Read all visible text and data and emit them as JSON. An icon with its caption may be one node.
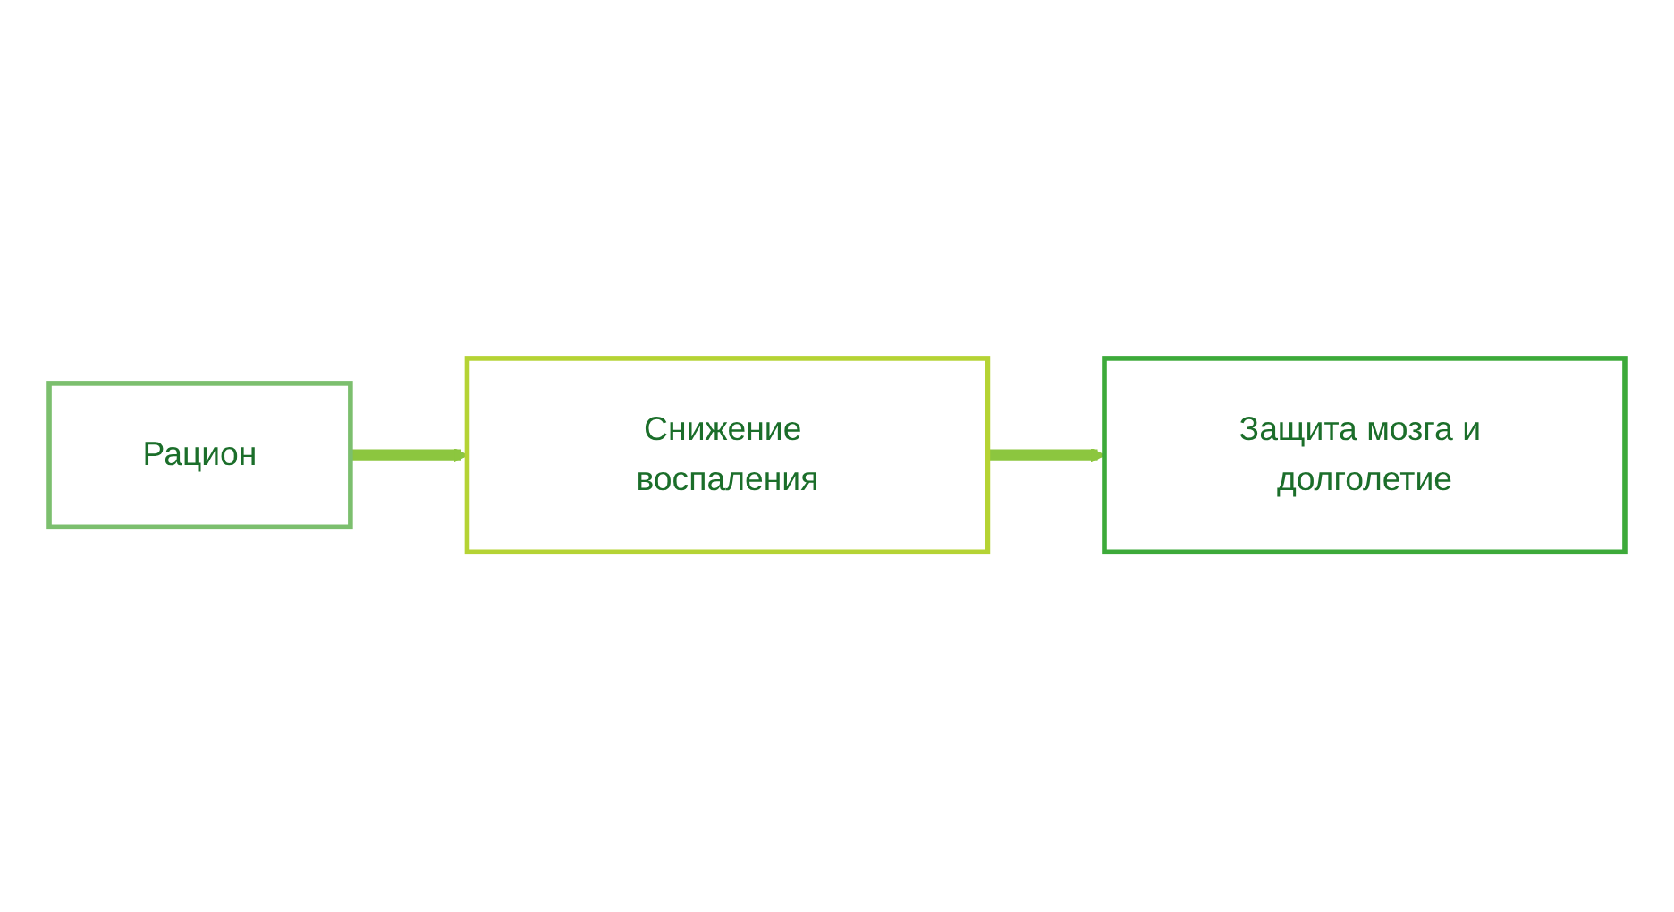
{
  "diagram": {
    "nodes": [
      {
        "text": [
          "Рацион"
        ]
      },
      {
        "text": [
          "Снижение воспаления"
        ]
      },
      {
        "text": [
          "Защита мозга и долголетие"
        ]
      }
    ],
    "edges": [
      {
        "from": 0,
        "to": 1,
        "arrow": "to"
      },
      {
        "from": 1,
        "to": 2,
        "arrow": "to"
      }
    ]
  }
}
